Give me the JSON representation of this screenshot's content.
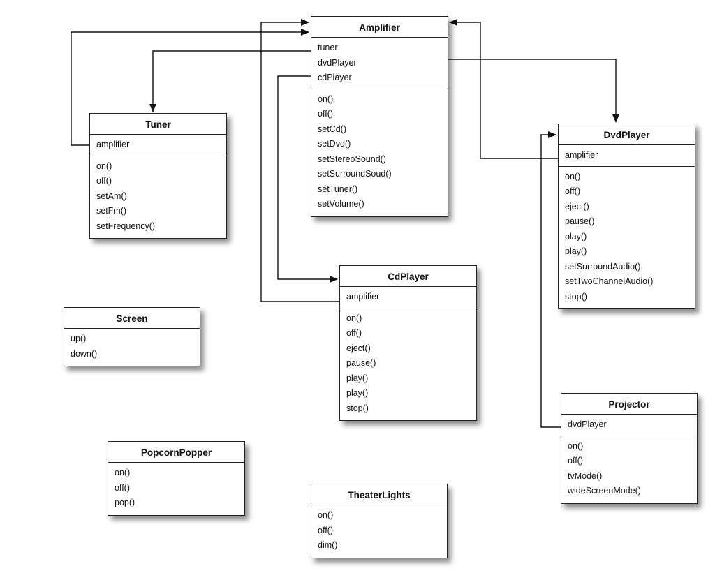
{
  "classes": {
    "amplifier": {
      "name": "Amplifier",
      "attributes": [
        "tuner",
        "dvdPlayer",
        "cdPlayer"
      ],
      "methods": [
        "on()",
        "off()",
        "setCd()",
        "setDvd()",
        "setStereoSound()",
        "setSurroundSoud()",
        "setTuner()",
        "setVolume()"
      ]
    },
    "tuner": {
      "name": "Tuner",
      "attributes": [
        "amplifier"
      ],
      "methods": [
        "on()",
        "off()",
        "setAm()",
        "setFm()",
        "setFrequency()"
      ]
    },
    "dvdplayer": {
      "name": "DvdPlayer",
      "attributes": [
        "amplifier"
      ],
      "methods": [
        "on()",
        "off()",
        "eject()",
        "pause()",
        "play()",
        "play()",
        "setSurroundAudio()",
        "setTwoChannelAudio()",
        "stop()"
      ]
    },
    "cdplayer": {
      "name": "CdPlayer",
      "attributes": [
        "amplifier"
      ],
      "methods": [
        "on()",
        "off()",
        "eject()",
        "pause()",
        "play()",
        "play()",
        "stop()"
      ]
    },
    "screen": {
      "name": "Screen",
      "attributes": [],
      "methods": [
        "up()",
        "down()"
      ]
    },
    "projector": {
      "name": "Projector",
      "attributes": [
        "dvdPlayer"
      ],
      "methods": [
        "on()",
        "off()",
        "tvMode()",
        "wideScreenMode()"
      ]
    },
    "popcornpopper": {
      "name": "PopcornPopper",
      "attributes": [],
      "methods": [
        "on()",
        "off()",
        "pop()"
      ]
    },
    "theaterlights": {
      "name": "TheaterLights",
      "attributes": [],
      "methods": [
        "on()",
        "off()",
        "dim()"
      ]
    }
  },
  "colors": {
    "line": "#111111",
    "border": "#222222",
    "background": "#ffffff"
  }
}
